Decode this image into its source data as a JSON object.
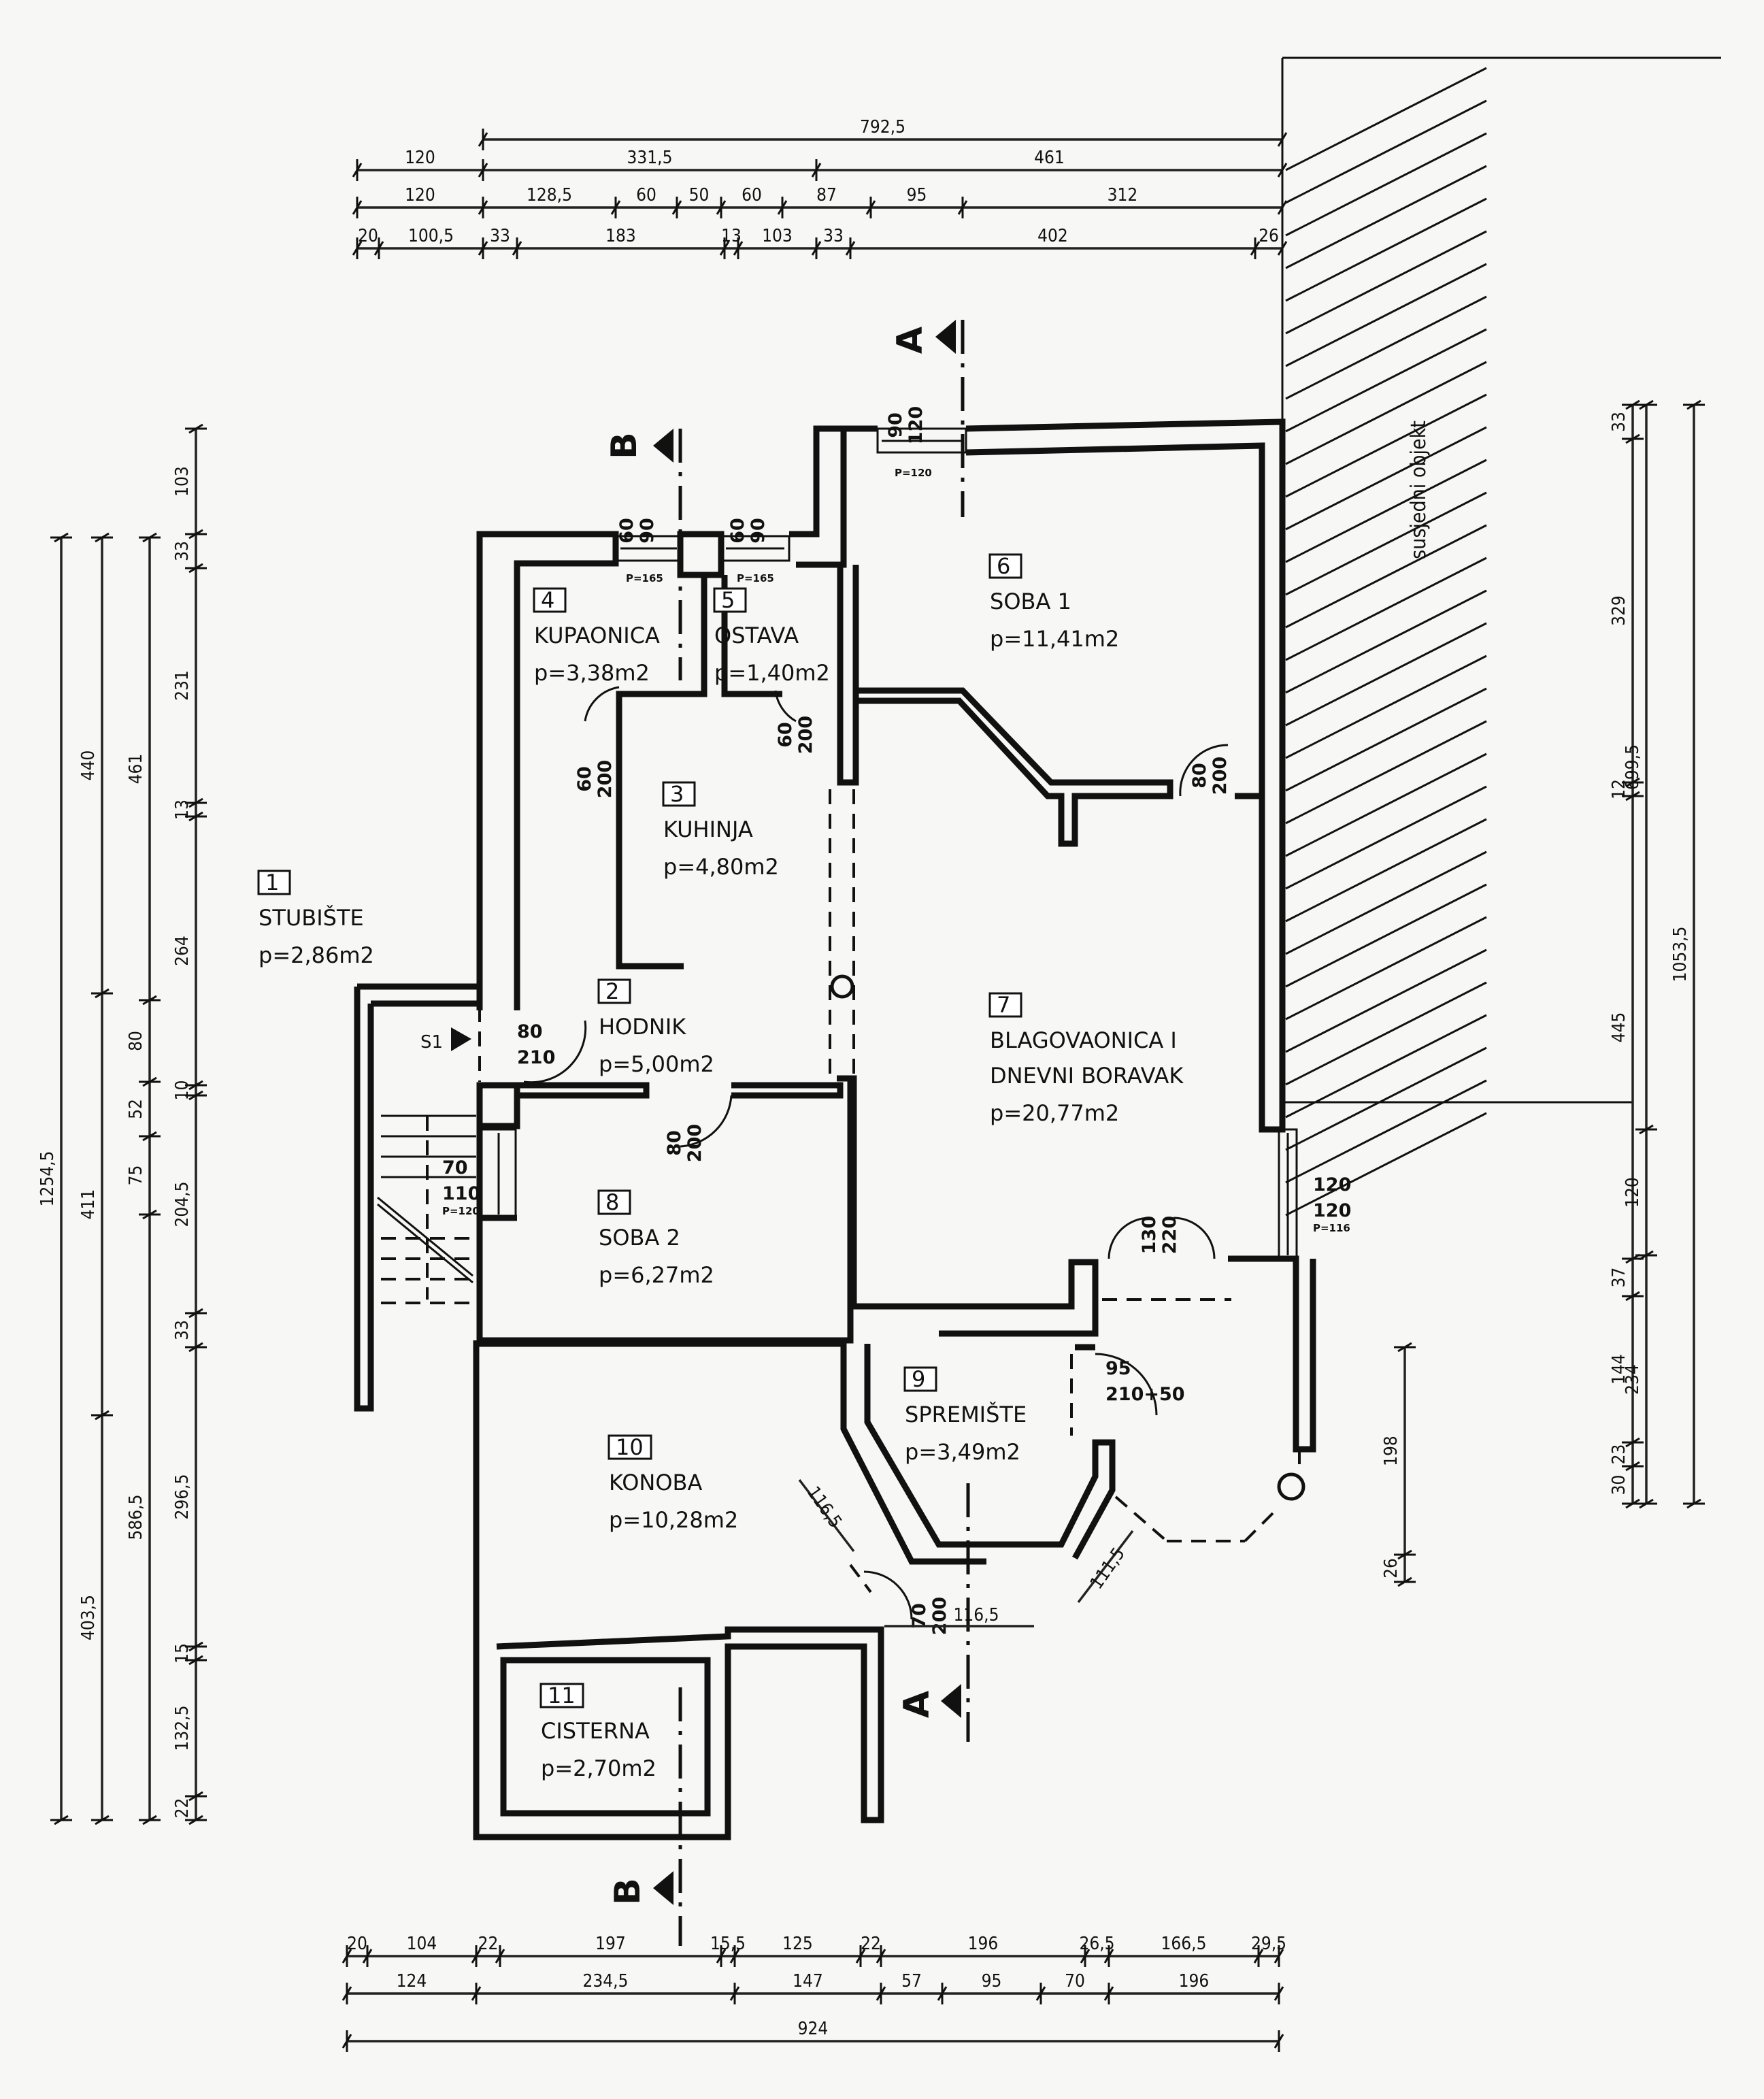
{
  "drawing": {
    "type": "floor plan",
    "neighbor_label": "susjedni objekt",
    "stair_marker": "S1",
    "section_markers": [
      "A",
      "B"
    ]
  },
  "rooms": [
    {
      "number": "1",
      "name": "STUBIŠTE",
      "area": "p=2,86m2"
    },
    {
      "number": "2",
      "name": "HODNIK",
      "area": "p=5,00m2"
    },
    {
      "number": "3",
      "name": "KUHINJA",
      "area": "p=4,80m2"
    },
    {
      "number": "4",
      "name": "KUPAONICA",
      "area": "p=3,38m2"
    },
    {
      "number": "5",
      "name": "OSTAVA",
      "area": "p=1,40m2"
    },
    {
      "number": "6",
      "name": "SOBA 1",
      "area": "p=11,41m2"
    },
    {
      "number": "7",
      "name": "BLAGOVAONICA I",
      "name2": "DNEVNI BORAVAK",
      "area": "p=20,77m2"
    },
    {
      "number": "8",
      "name": "SOBA 2",
      "area": "p=6,27m2"
    },
    {
      "number": "9",
      "name": "SPREMIŠTE",
      "area": "p=3,49m2"
    },
    {
      "number": "10",
      "name": "KONOBA",
      "area": "p=10,28m2"
    },
    {
      "number": "11",
      "name": "CISTERNA",
      "area": "p=2,70m2"
    }
  ],
  "openings": {
    "win_kupaonica": {
      "w": "60",
      "h": "90",
      "p": "P=165"
    },
    "win_ostava": {
      "w": "60",
      "h": "90",
      "p": "P=165"
    },
    "win_soba1": {
      "w": "90",
      "h": "120",
      "p": "P=120"
    },
    "door_kupaonica": {
      "w": "60",
      "h": "200"
    },
    "door_ostava": {
      "w": "60",
      "h": "200"
    },
    "door_soba1": {
      "w": "80",
      "h": "200"
    },
    "door_entry": {
      "w": "80",
      "h": "210"
    },
    "door_soba2": {
      "w": "80",
      "h": "200"
    },
    "win_stair": {
      "w": "70",
      "h": "110",
      "p": "P=120"
    },
    "win_living": {
      "w": "120",
      "h": "120",
      "p": "P=116"
    },
    "door_terrace": {
      "w": "130",
      "h": "220"
    },
    "door_spremiste": {
      "w": "95",
      "h": "210+50"
    },
    "door_konoba": {
      "w": "70",
      "h": "200"
    }
  },
  "dimensions": {
    "top": {
      "row1": [
        "792,5"
      ],
      "row2": [
        "120",
        "331,5",
        "461"
      ],
      "row3": [
        "120",
        "128,5",
        "60",
        "50",
        "60",
        "87",
        "95",
        "312"
      ],
      "row4": [
        "20",
        "100,5",
        "33",
        "183",
        "13",
        "103",
        "33",
        "402",
        "26"
      ]
    },
    "bottom": {
      "row1": [
        "20",
        "104",
        "22",
        "197",
        "15,5",
        "125",
        "22",
        "196",
        "26,5",
        "166,5",
        "29,5"
      ],
      "row2": [
        "124",
        "234,5",
        "147",
        "57",
        "95",
        "70",
        "196"
      ],
      "row3": [
        "924"
      ]
    },
    "left": {
      "col1": [
        "1254,5"
      ],
      "col2": [
        "440",
        "411",
        "403,5"
      ],
      "col3": [
        "461",
        "80",
        "52",
        "75",
        "586,5"
      ],
      "col4": [
        "103",
        "33",
        "231",
        "13",
        "264",
        "10",
        "204,5",
        "33",
        "296,5",
        "15",
        "132,5",
        "22"
      ]
    },
    "right": {
      "col1": [
        "33",
        "329",
        "12",
        "445",
        "37",
        "144",
        "23",
        "30"
      ],
      "col2": [
        "699,5",
        "120",
        "234"
      ],
      "col3": [
        "1053,5"
      ],
      "extra": [
        "198",
        "26"
      ]
    },
    "diagonal": [
      "116,5",
      "111,5",
      "116,5"
    ]
  }
}
